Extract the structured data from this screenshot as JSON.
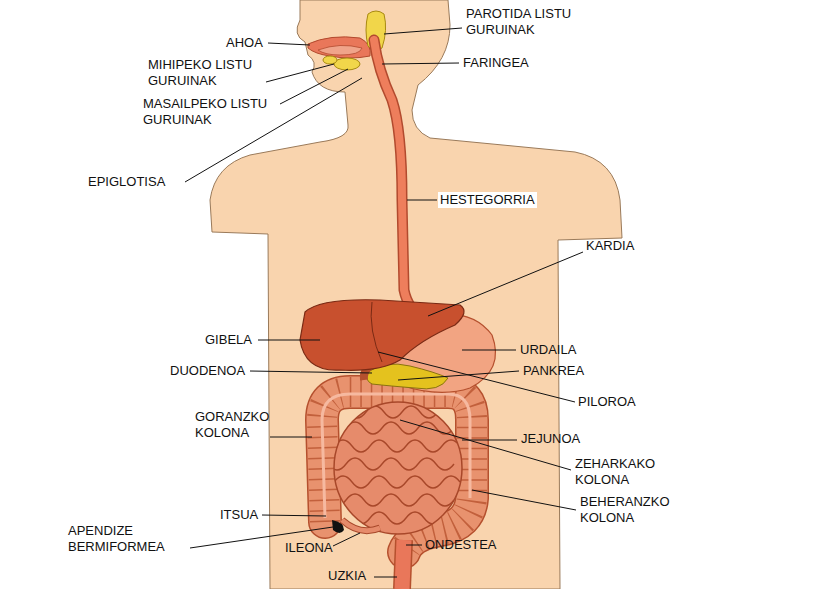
{
  "diagram": {
    "labels": [
      "AHOA",
      "PAROTIDA LISTU GURUINAK",
      "MIHIPEKO LISTU GURUINAK",
      "FARINGEA",
      "MASAILPEKO LISTU GURUINAK",
      "EPIGLOTISA",
      "HESTEGORRIA",
      "KARDIA",
      "GIBELA",
      "URDAILA",
      "DUODENOA",
      "PANKREA",
      "PILOROA",
      "GORANZKO KOLONA",
      "JEJUNOA",
      "ZEHARKAKO KOLONA",
      "BEHERANZKO KOLONA",
      "ITSUA",
      "APENDIZE BERMIFORMEA",
      "ILEONA",
      "ONDESTEA",
      "UZKIA"
    ]
  }
}
